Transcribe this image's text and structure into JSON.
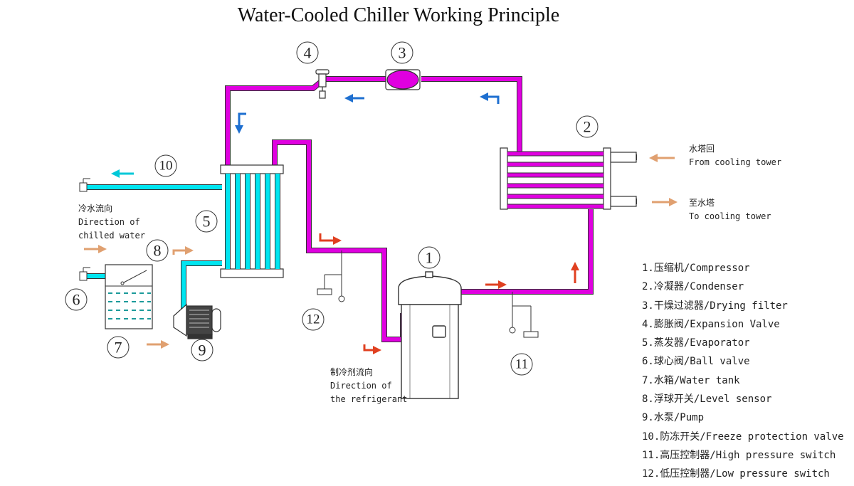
{
  "title": "Water-Cooled Chiller Working Principle",
  "colors": {
    "refrigerant_pipe": "#e000e0",
    "water_pipe": "#00e5f0",
    "blue_arrow": "#1e6fd0",
    "red_arrow": "#e04020",
    "tan_arrow": "#e0a070"
  },
  "numbers": [
    "1",
    "2",
    "3",
    "4",
    "5",
    "6",
    "7",
    "8",
    "9",
    "10",
    "11",
    "12"
  ],
  "labels": {
    "tower_return_cn": "水塔回",
    "tower_return_en": "From cooling tower",
    "tower_supply_cn": "至水塔",
    "tower_supply_en": "To cooling tower",
    "chilled_cn": "冷水流向",
    "chilled_en_1": "Direction of",
    "chilled_en_2": "chilled  water",
    "refrig_cn": "制冷剂流向",
    "refrig_en_1": "Direction of",
    "refrig_en_2": "the refrigerant"
  },
  "legend": [
    "1.压缩机/Compressor",
    "2.冷凝器/Condenser",
    "3.干燥过滤器/Drying filter",
    "4.膨胀阀/Expansion Valve",
    "5.蒸发器/Evaporator",
    "6.球心阀/Ball valve",
    "7.水箱/Water tank",
    "8.浮球开关/Level sensor",
    "9.水泵/Pump",
    "10.防冻开关/Freeze protection valve",
    "11.高压控制器/High pressure switch",
    "12.低压控制器/Low pressure switch"
  ]
}
